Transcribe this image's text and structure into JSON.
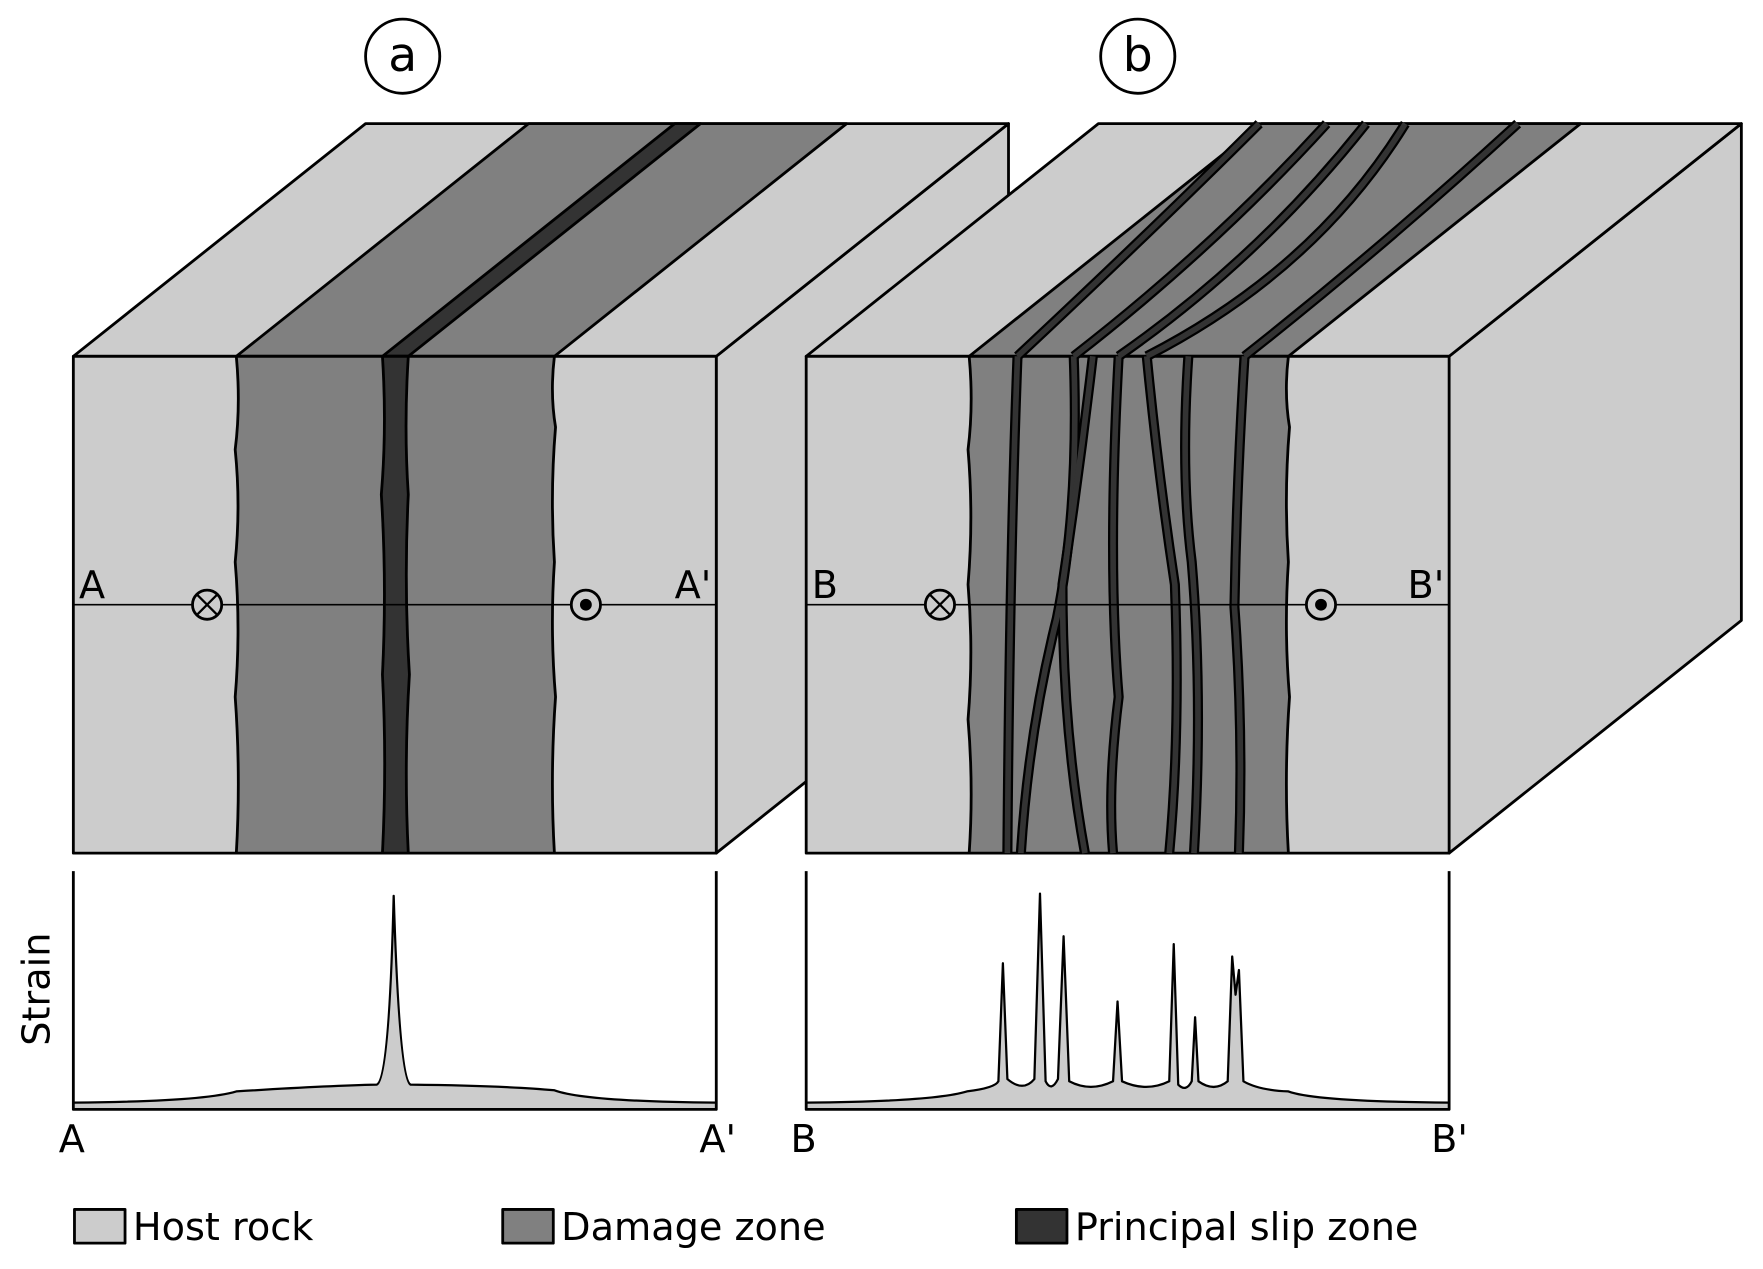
{
  "panels": {
    "a": {
      "label": "a",
      "start": "A",
      "end": "A'"
    },
    "b": {
      "label": "b",
      "start": "B",
      "end": "B'"
    }
  },
  "profile": {
    "ylabel": "Strain"
  },
  "legend": [
    {
      "label": "Host rock",
      "color": "#cccccc"
    },
    {
      "label": "Damage zone",
      "color": "#808080"
    },
    {
      "label": "Principal slip zone",
      "color": "#333333"
    }
  ],
  "colors": {
    "host": "#cccccc",
    "damage": "#808080",
    "slip": "#333333"
  }
}
